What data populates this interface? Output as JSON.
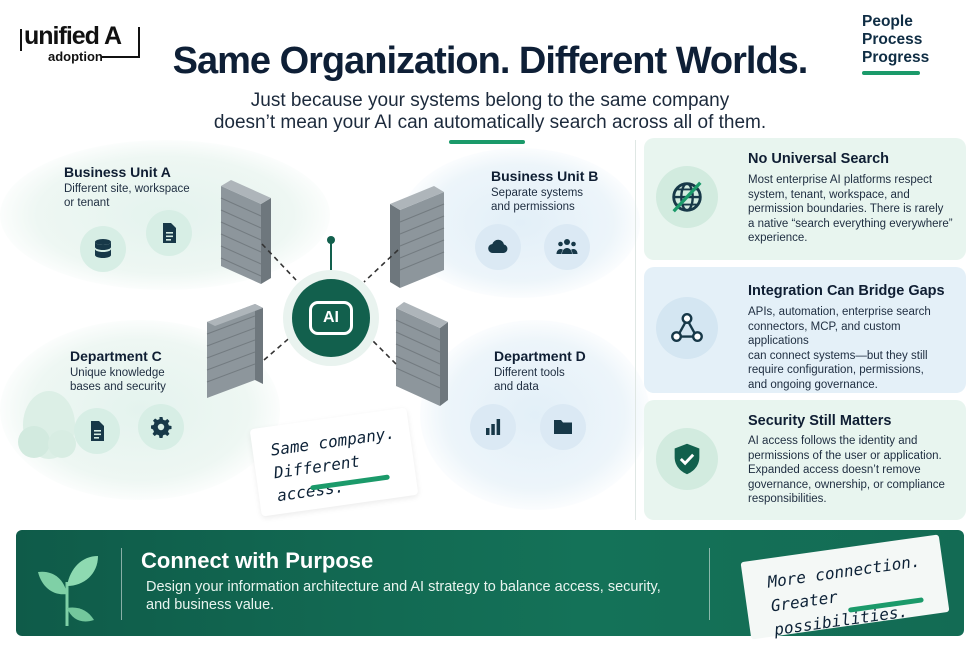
{
  "brand": {
    "logo_line1": "unified A",
    "logo_line2": "adoption",
    "tagline": [
      "People",
      "Process",
      "Progress"
    ]
  },
  "header": {
    "title": "Same Organization. Different Worlds.",
    "subtitle_line1": "Just because your systems belong to the same company",
    "subtitle_line2": "doesn’t mean your AI can automatically search across all of them."
  },
  "units": [
    {
      "title": "Business Unit A",
      "desc1": "Different site, workspace",
      "desc2": "or tenant",
      "icons": [
        "database-icon",
        "document-icon"
      ]
    },
    {
      "title": "Business Unit B",
      "desc1": "Separate systems",
      "desc2": "and permissions",
      "icons": [
        "cloud-icon",
        "users-icon"
      ]
    },
    {
      "title": "Department C",
      "desc1": "Unique knowledge",
      "desc2": "bases and security",
      "icons": [
        "document-icon",
        "gear-icon"
      ]
    },
    {
      "title": "Department D",
      "desc1": "Different tools",
      "desc2": "and data",
      "icons": [
        "bar-chart-icon",
        "folder-icon"
      ]
    }
  ],
  "hub": {
    "label": "AI"
  },
  "note_center": {
    "line1": "Same company.",
    "line2": "Different access."
  },
  "cards": [
    {
      "title": "No Universal Search",
      "lines": [
        "Most enterprise AI platforms respect",
        "system, tenant, workspace, and",
        "permission boundaries. There is rarely",
        "a native “search everything everywhere”",
        "experience."
      ],
      "icon": "globe-crossed-icon"
    },
    {
      "title": "Integration Can Bridge Gaps",
      "lines": [
        "APIs, automation, enterprise search",
        "connectors, MCP, and custom applications",
        "can connect systems—but they still",
        "require configuration, permissions,",
        "and ongoing governance."
      ],
      "icon": "network-icon"
    },
    {
      "title": "Security Still Matters",
      "lines": [
        "AI access follows the identity and",
        "permissions of the user or application.",
        "Expanded access doesn’t remove",
        "governance, ownership, or compliance",
        "responsibilities."
      ],
      "icon": "shield-check-icon"
    }
  ],
  "banner": {
    "title": "Connect with Purpose",
    "body": "Design your information architecture and AI strategy to balance access, security, and business value.",
    "icon": "sprout-icon",
    "note_line1": "More connection.",
    "note_line2": "Greater possibilities."
  },
  "colors": {
    "accent": "#1b9a6a",
    "dark_green": "#12604d",
    "navy": "#0e1f36",
    "banner": "#0f5b49"
  }
}
